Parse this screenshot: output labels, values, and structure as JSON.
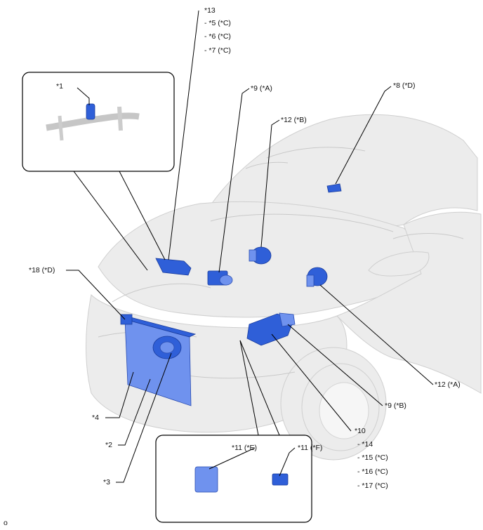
{
  "labels": {
    "l13": "*13",
    "l5": "- *5 (*C)",
    "l6": "- *6 (*C)",
    "l7": "- *7 (*C)",
    "l1": "*1",
    "l9a": "*9 (*A)",
    "l8d": "*8 (*D)",
    "l12b": "*12 (*B)",
    "l18d": "*18 (*D)",
    "l12a": "*12 (*A)",
    "l9b": "*9 (*B)",
    "l4": "*4",
    "l10": "*10",
    "l14": "- *14",
    "l15": "- *15 (*C)",
    "l16": "- *16 (*C)",
    "l17": "- *17 (*C)",
    "l2": "*2",
    "l3": "*3",
    "l11e": "*11 (*E)",
    "l11f": "*11 (*F)",
    "corner": "o"
  },
  "colors": {
    "part": "#2f5fd8",
    "car": "#ececec",
    "leader": "#000000"
  }
}
